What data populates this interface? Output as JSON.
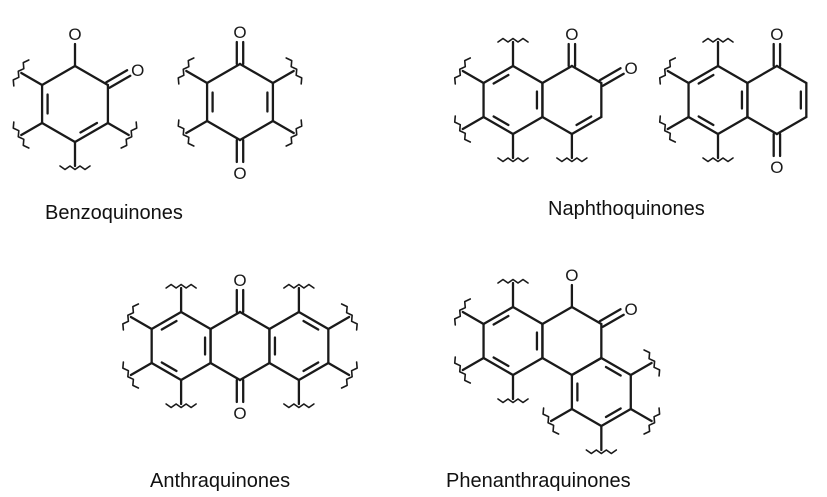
{
  "captions": {
    "benzoquinones": "Benzoquinones",
    "naphthoquinones": "Naphthoquinones",
    "anthraquinones": "Anthraquinones",
    "phenanthraquinones": "Phenanthraquinones"
  },
  "atom_label": "O",
  "colors": {
    "ink": "#1a1a1a",
    "background": "#ffffff"
  }
}
